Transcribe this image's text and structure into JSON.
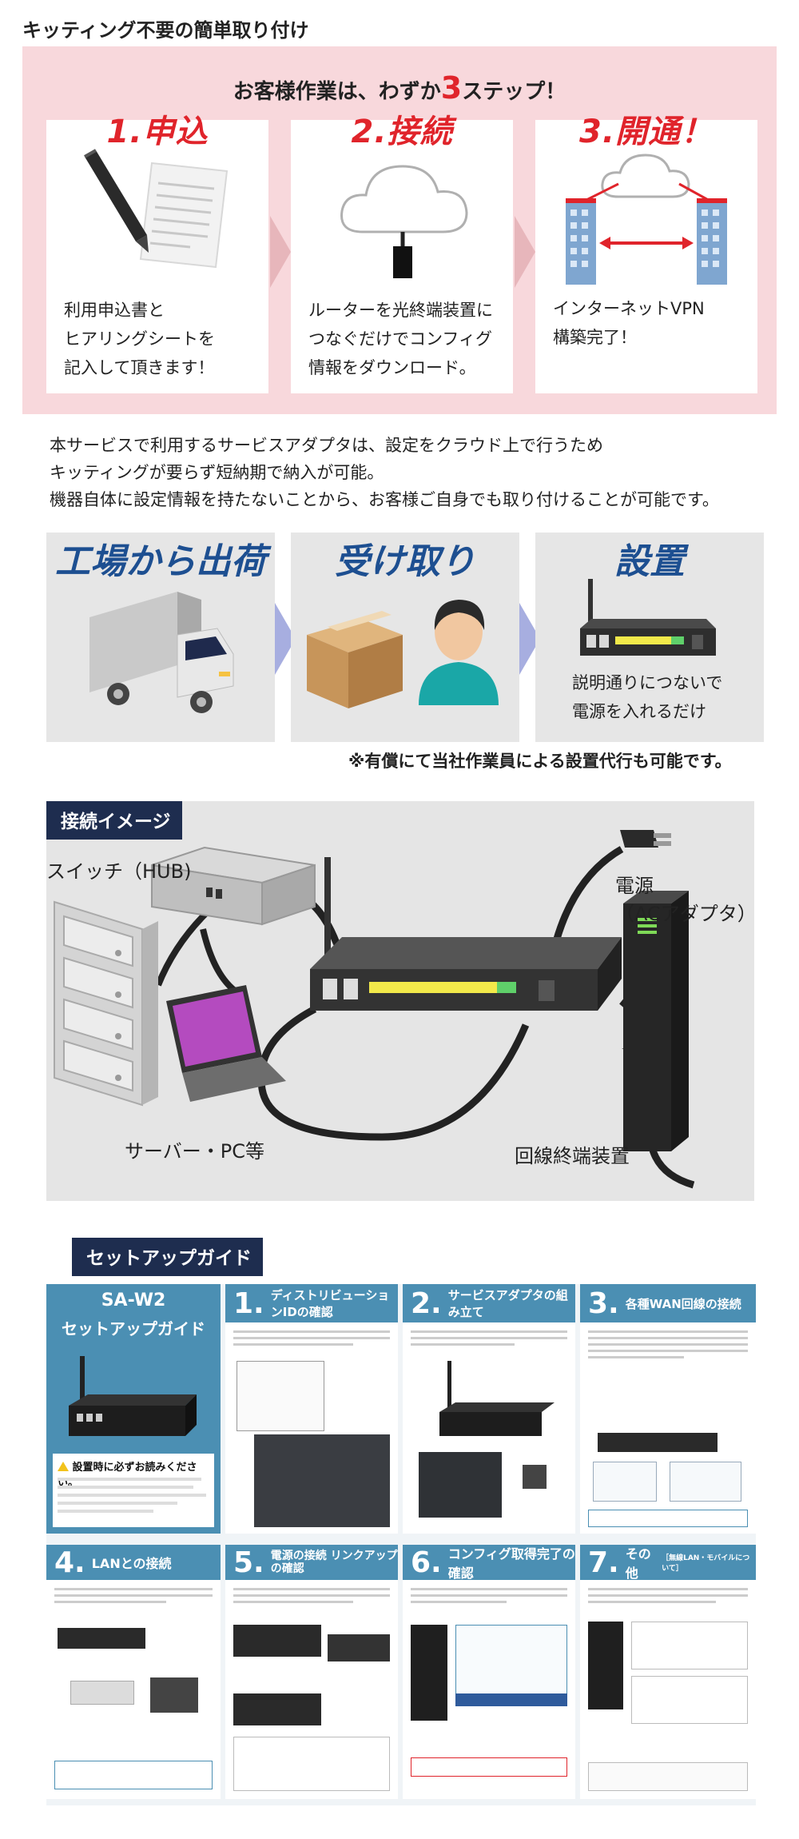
{
  "kitting": {
    "title": "キッティング不要の簡単取り付け",
    "intro_before": "お客様作業は、わずか",
    "intro_num": "3",
    "intro_after": "ステップ！",
    "steps": [
      {
        "title": "1.申込",
        "lines": [
          "利用申込書と",
          "ヒアリングシートを",
          "記入して頂きます！"
        ]
      },
      {
        "title": "2.接続",
        "lines": [
          "ルーターを光終端装置に",
          "つなぐだけでコンフィグ",
          "情報をダウンロード。"
        ]
      },
      {
        "title": "3.開通！",
        "lines": [
          "インターネットVPN",
          "構築完了！"
        ]
      }
    ]
  },
  "description": [
    "本サービスで利用するサービスアダプタは、設定をクラウド上で行うため",
    "キッティングが要らず短納期で納入が可能。",
    "機器自体に設定情報を持たないことから、お客様ご自身でも取り付けることが可能です。"
  ],
  "shipping": {
    "cards": [
      {
        "title": "工場から出荷"
      },
      {
        "title": "受け取り"
      },
      {
        "title": "設置",
        "lines": [
          "説明通りにつないで",
          "電源を入れるだけ"
        ]
      }
    ],
    "note": "※有償にて当社作業員による設置代行も可能です。"
  },
  "connection": {
    "tag": "接続イメージ",
    "switch_label": "スイッチ（HUB)",
    "power_label_1": "電源",
    "power_label_2": "（ACアダプタ）",
    "server_label": "サーバー・PC等",
    "onu_label": "回線終端装置"
  },
  "setup_guide": {
    "tag": "セットアップガイド",
    "cover_brand": "SA-W2",
    "cover_title": "セットアップガイド",
    "cover_warning": "設置時に必ずお読みください。",
    "panels": [
      {
        "num": "1.",
        "title": "ディストリビューションIDの確認"
      },
      {
        "num": "2.",
        "title": "サービスアダプタの組み立て"
      },
      {
        "num": "3.",
        "title": "各種WAN回線の接続"
      },
      {
        "num": "4.",
        "title": "LANとの接続"
      },
      {
        "num": "5.",
        "title": "電源の接続 リンクアップの確認"
      },
      {
        "num": "6.",
        "title": "コンフィグ取得完了の確認"
      },
      {
        "num": "7.",
        "title": "その他",
        "sub": "［無線LAN・モバイルについて］"
      }
    ]
  },
  "colors": {
    "accent_red": "#e0242b",
    "navy": "#1e2d4f",
    "blue_title": "#1d4f91",
    "guide_blue": "#4b8fb3",
    "pink_bg": "#f8d8dc"
  }
}
